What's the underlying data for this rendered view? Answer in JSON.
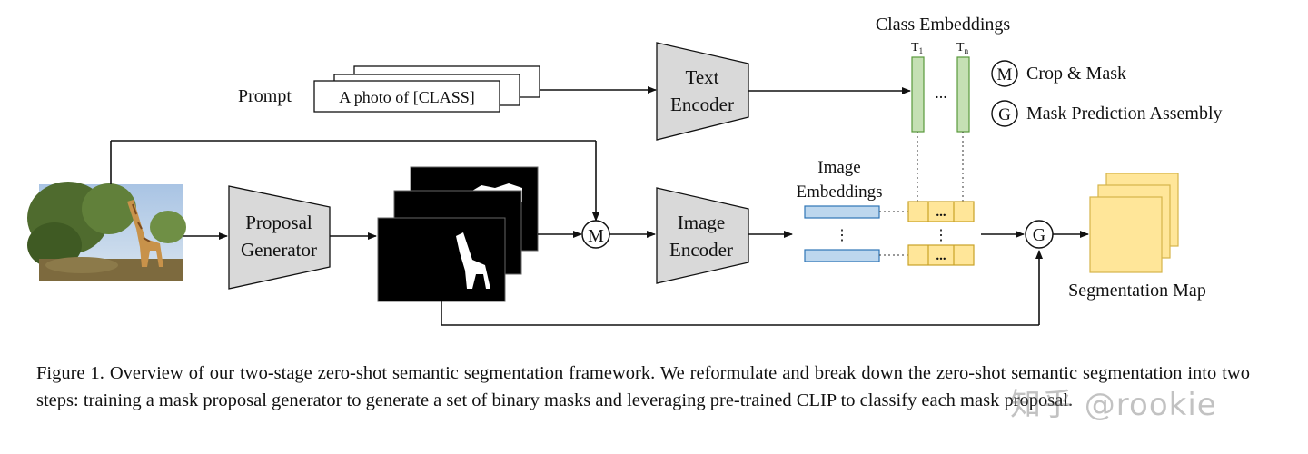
{
  "diagram": {
    "prompt_label": "Prompt",
    "prompt_text": "A photo of [CLASS]",
    "text_encoder": [
      "Text",
      "Encoder"
    ],
    "class_embeddings_title": "Class Embeddings",
    "t1": {
      "base": "T",
      "sub": "1"
    },
    "tn": {
      "base": "T",
      "sub": "n"
    },
    "ellipsis": "...",
    "vdots": "⋮",
    "legend": [
      {
        "symbol": "M",
        "label": "Crop & Mask"
      },
      {
        "symbol": "G",
        "label": "Mask Prediction Assembly"
      }
    ],
    "proposal_generator": [
      "Proposal",
      "Generator"
    ],
    "image_encoder": [
      "Image",
      "Encoder"
    ],
    "image_embeddings": [
      "Image",
      "Embeddings"
    ],
    "op_m": "M",
    "op_g": "G",
    "segmentation_map_label": "Segmentation Map",
    "colors": {
      "class_embed_fill": "#c5e0b4",
      "class_embed_stroke": "#5a9a3c",
      "image_embed_fill": "#bdd7ee",
      "image_embed_stroke": "#2e75b6",
      "score_fill": "#ffe699",
      "score_stroke": "#c9a227",
      "segmap_fill": "#ffe699",
      "segmap_stroke": "#d6b44a",
      "encoder_fill": "#d9d9d9"
    }
  },
  "caption": "Figure 1. Overview of our two-stage zero-shot semantic segmentation framework. We reformulate and break down the zero-shot semantic segmentation into two steps: training a mask proposal generator to generate a set of binary masks and leveraging pre-trained CLIP to classify each mask proposal.",
  "watermark": "知乎 @rookie"
}
